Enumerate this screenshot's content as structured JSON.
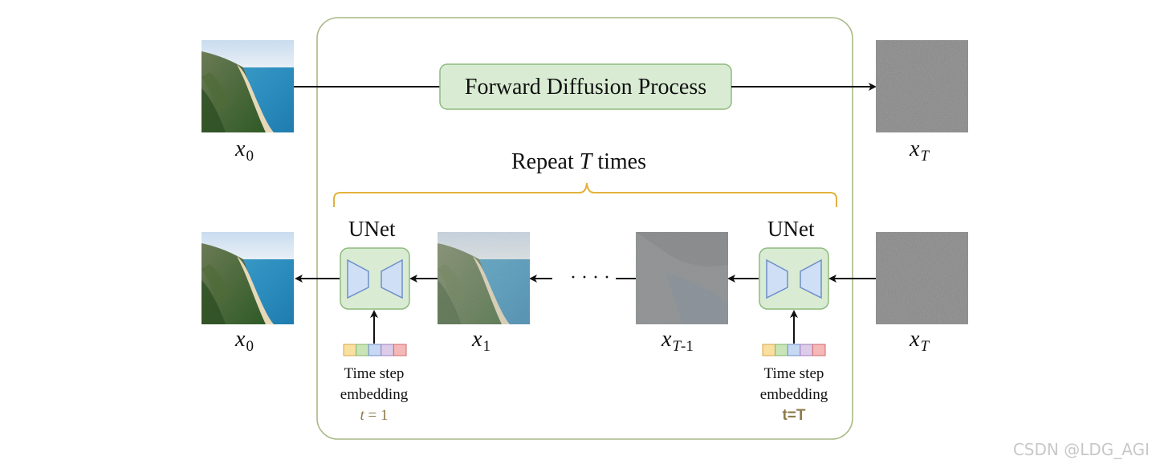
{
  "forward_process": "Forward Diffusion Process",
  "repeat": {
    "prefix": "Repeat ",
    "var": "T",
    "suffix": " times"
  },
  "unet_label": "UNet",
  "timestep_label_line1": "Time step",
  "timestep_label_line2": "embedding",
  "t_first": {
    "var": "t",
    "eq": " = 1"
  },
  "t_last": "t=T",
  "labels": {
    "x0": {
      "base": "x",
      "sub": "0"
    },
    "x1": {
      "base": "x",
      "sub": "1"
    },
    "xT": {
      "base": "x",
      "sub": "T"
    },
    "xTm1": {
      "base": "x",
      "sub_var": "T",
      "sub_rest": "-1"
    }
  },
  "dots": "· · · ·",
  "watermark": "CSDN @LDG_AGI",
  "colors": {
    "process_box_fill": "#d9ecd3",
    "process_box_stroke": "#8fba7f",
    "container_stroke": "#a9b985",
    "brace": "#e3b23c",
    "unet_fill": "#d9ecd3",
    "unet_stroke": "#8fba7f",
    "unet_trapezoid_fill": "#cfe0f6",
    "unet_trapezoid_stroke": "#6f8fc9",
    "noise": "#858585",
    "embedding_cells": [
      "#f9dfa0",
      "#c9e5b7",
      "#c6d8f2",
      "#dccbe9",
      "#f5b8b8"
    ]
  },
  "icons": [
    "landscape-image",
    "noise-image",
    "unet-icon",
    "embedding-vector-icon",
    "arrow-icon",
    "brace-icon"
  ]
}
